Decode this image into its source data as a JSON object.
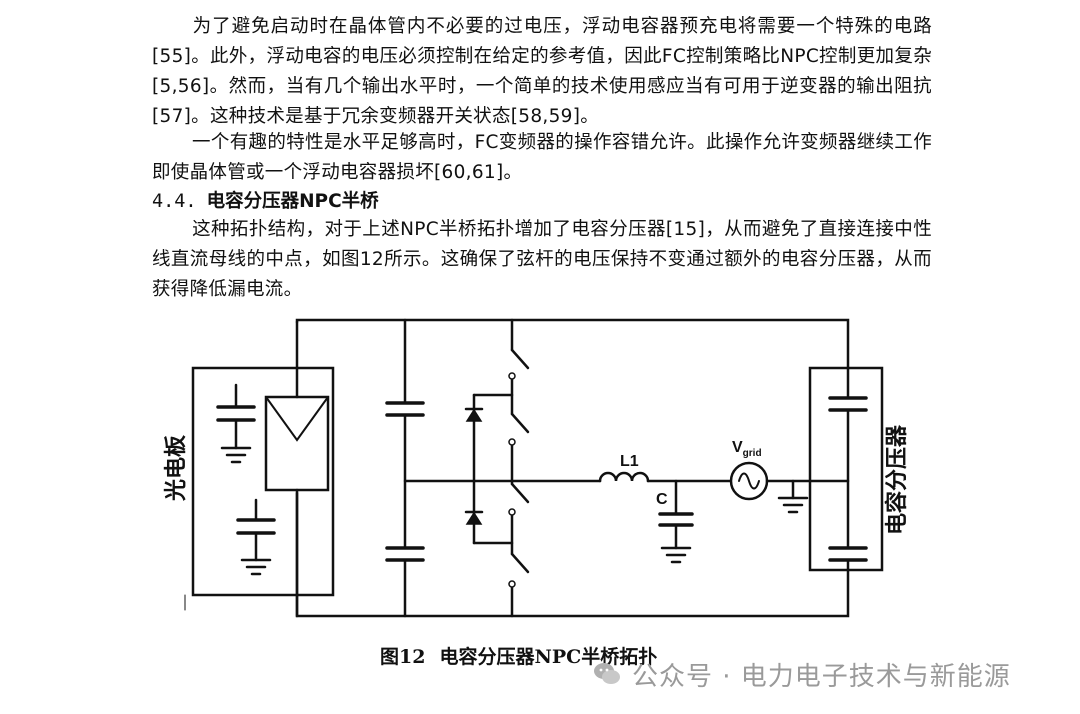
{
  "paragraphs": {
    "p1": "为了避免启动时在晶体管内不必要的过电压，浮动电容器预充电将需要一个特殊的电路[55]。此外，浮动电容的电压必须控制在给定的参考值，因此FC控制策略比NPC控制更加复杂[5,56]。然而，当有几个输出水平时，一个简单的技术使用感应当有可用于逆变器的输出阻抗[57]。这种技术是基于冗余变频器开关状态[58,59]。",
    "p2": "一个有趣的特性是水平足够高时，FC变频器的操作容错允许。此操作允许变频器继续工作即使晶体管或一个浮动电容器损坏[60,61]。",
    "p3": "这种拓扑结构，对于上述NPC半桥拓扑增加了电容分压器[15]，从而避免了直接连接中性线直流母线的中点，如图12所示。这确保了弦杆的电压保持不变通过额外的电容分压器，从而获得降低漏电流。"
  },
  "heading": {
    "number": "4.4.",
    "title": "电容分压器NPC半桥"
  },
  "figure": {
    "left_box_label": "光电板",
    "right_box_label": "电容分压器",
    "inductor_label": "L1",
    "capacitor_label": "C",
    "source_label_main": "V",
    "source_label_sub": "grid",
    "caption_number": "图12",
    "caption_title": "电容分压器NPC半桥拓扑"
  },
  "watermark": {
    "text": "公众号 · 电力电子技术与新能源"
  }
}
